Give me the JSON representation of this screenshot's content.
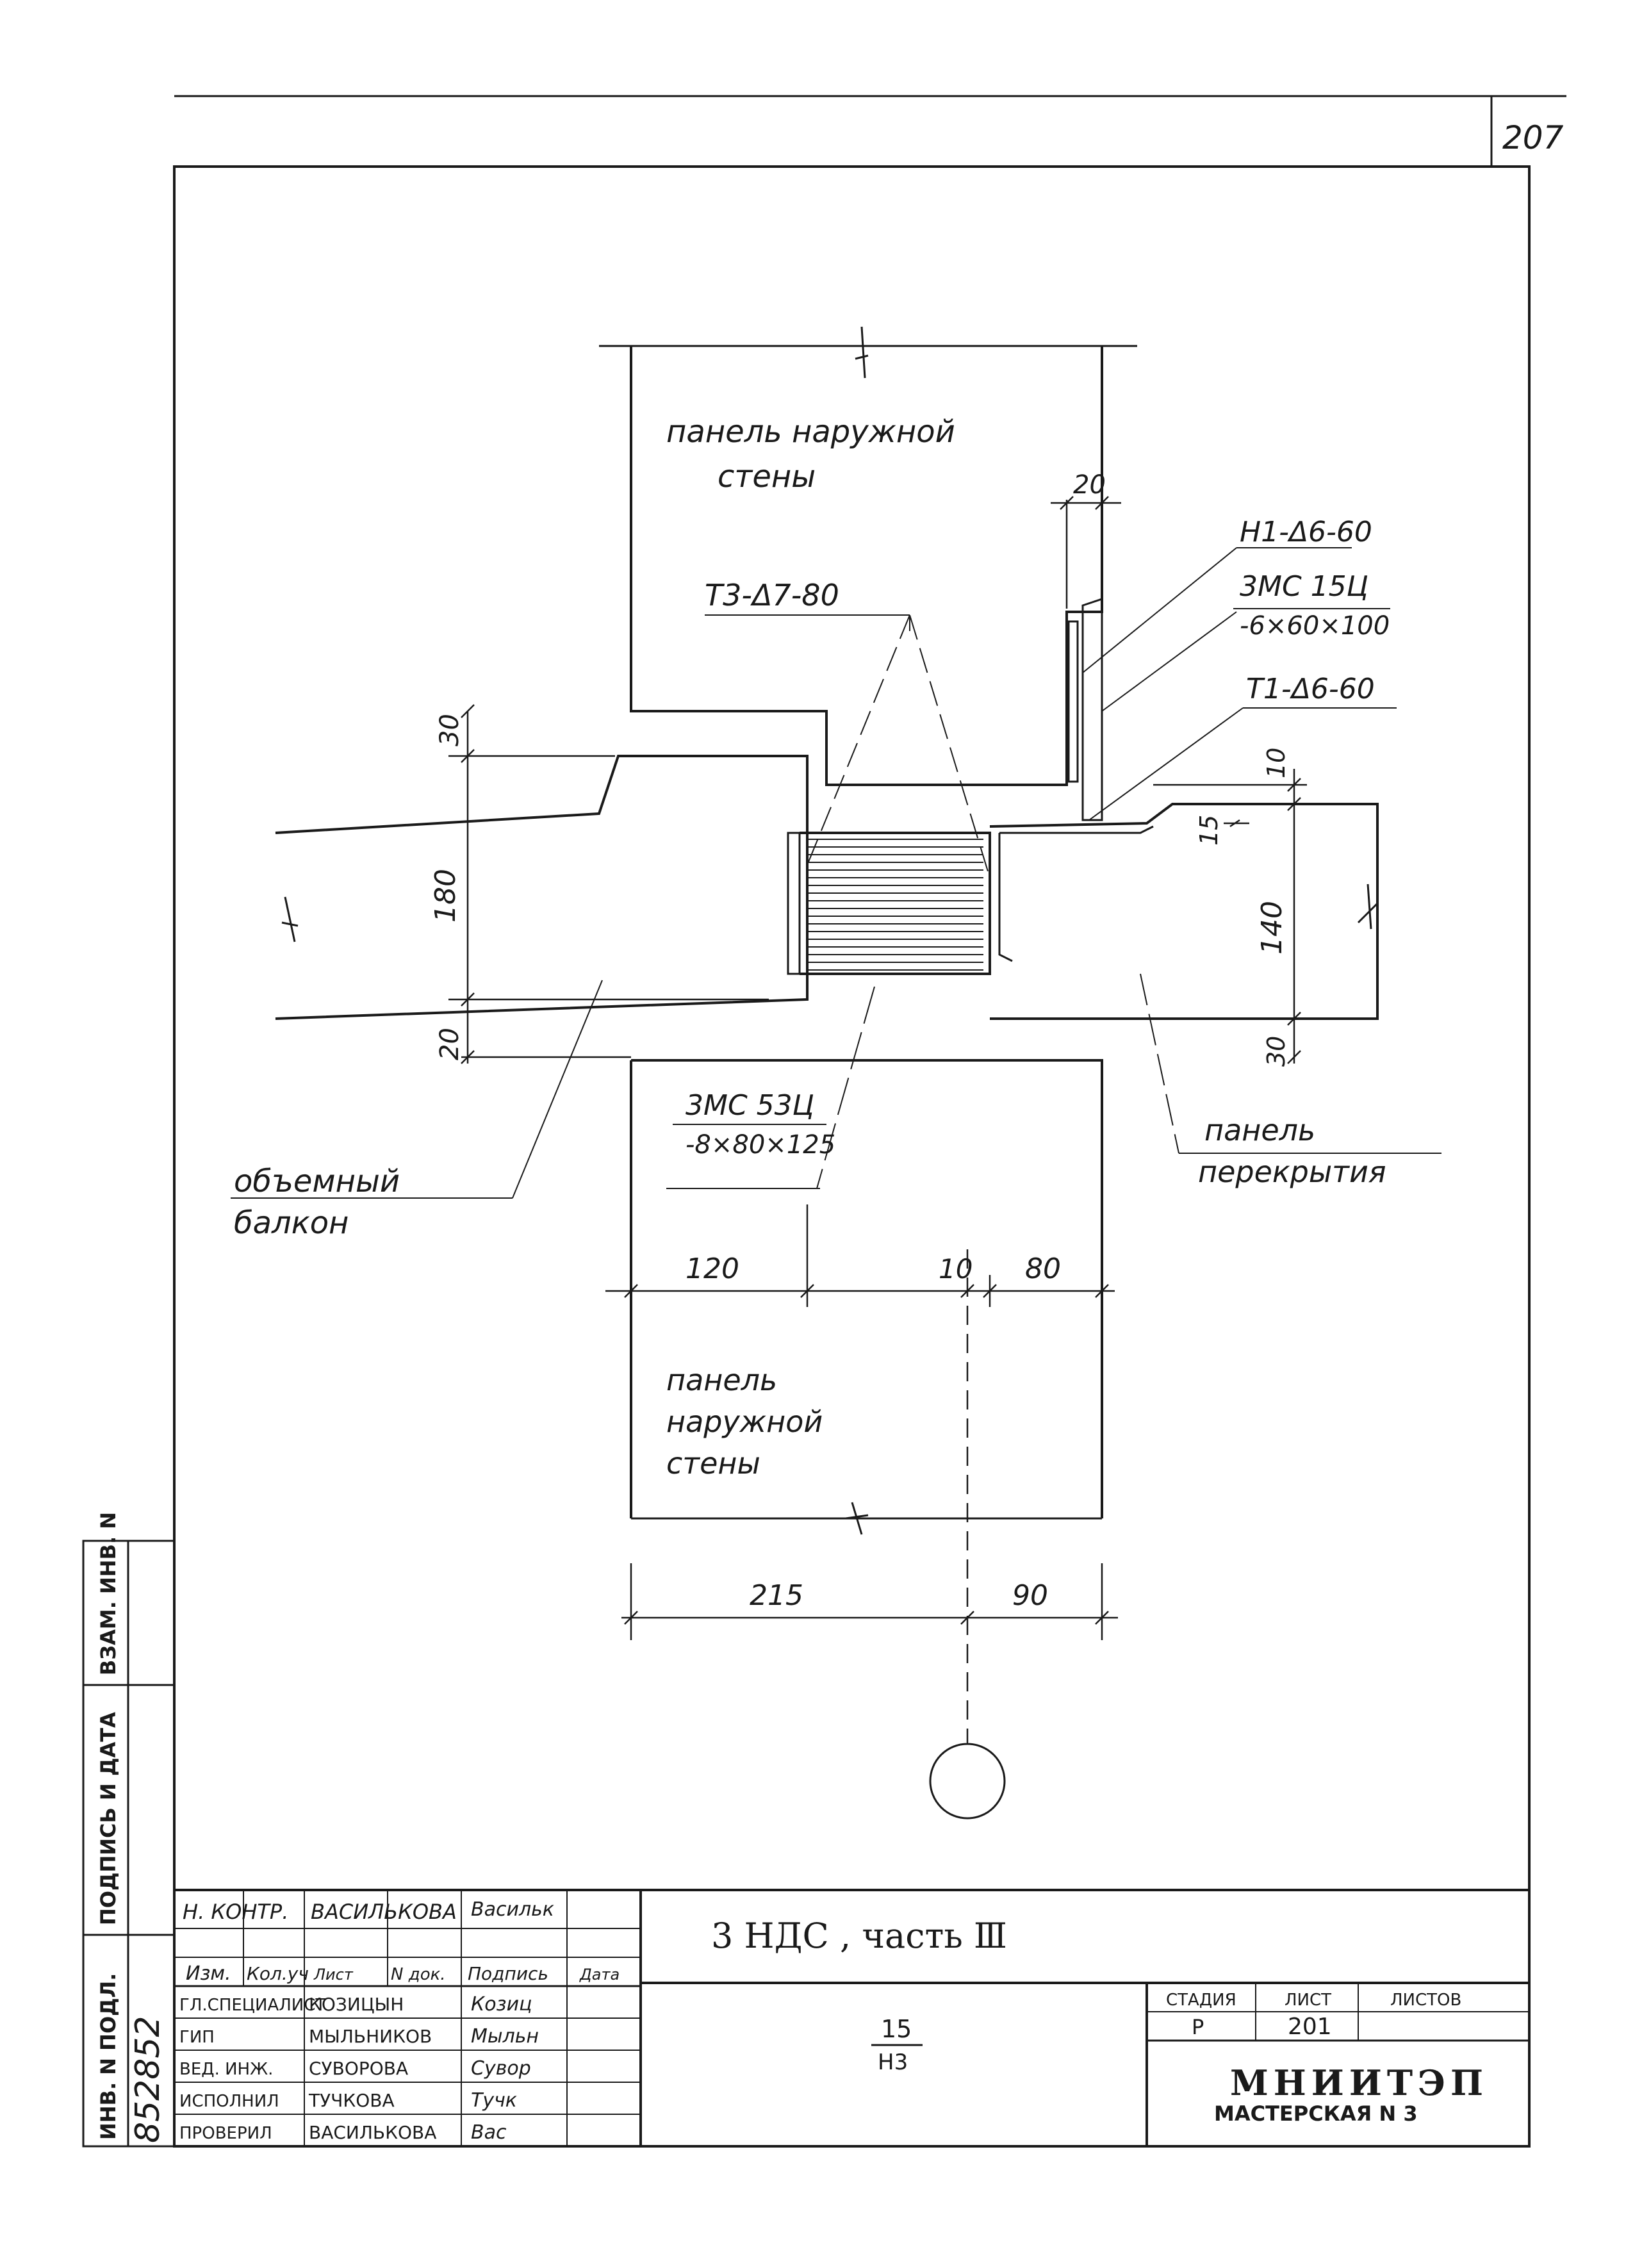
{
  "page_number": "207",
  "drawing": {
    "labels": {
      "outer_wall_panel_top_1": "панель наружной",
      "outer_wall_panel_top_2": "стены",
      "connector_t3": "Т3-Δ7-80",
      "connector_h1": "Н1-Δ6-60",
      "embedded_3mc154": "3МС 15Ц",
      "embedded_3mc154_size": "-6×60×100",
      "connector_t1": "Т1-Δ6-60",
      "embedded_3mc53": "3МС 53Ц",
      "embedded_3mc53_size": "-8×80×125",
      "volumetric_balcony_1": "объемный",
      "volumetric_balcony_2": "балкон",
      "floor_panel_1": "панель",
      "floor_panel_2": "перекрытия",
      "outer_wall_panel_bottom_1": "панель",
      "outer_wall_panel_bottom_2": "наружной",
      "outer_wall_panel_bottom_3": "стены"
    },
    "dimensions": {
      "d20_top": "20",
      "d30_left": "30",
      "d180": "180",
      "d20_left": "20",
      "d10_right": "10",
      "d15": "15",
      "d140": "140",
      "d30_right": "30",
      "d120": "120",
      "d10_mid": "10",
      "d80": "80",
      "d215": "215",
      "d90": "90"
    }
  },
  "side_stamp": {
    "col1": "ИНВ. N ПОДЛ.",
    "col2": "ПОДПИСЬ И ДАТА",
    "col3": "ВЗАМ. ИНВ. N",
    "inventory_number": "852852"
  },
  "title_block": {
    "title": "3 НДС , часть Ⅲ",
    "sheet_code_top": "15",
    "sheet_code_bottom": "Н3",
    "header": {
      "izm": "Изм.",
      "kol_uch": "Кол.уч",
      "list": "Лист",
      "n_dok": "N док.",
      "podpis": "Подпись",
      "data": "Дата"
    },
    "norm_control": {
      "role": "Н. КОНТР.",
      "name": "ВАСИЛЬКОВА",
      "signature": "Васильк"
    },
    "staff": [
      {
        "role": "ГЛ.СПЕЦИАЛИСТ",
        "name": "КОЗИЦЫН",
        "signature": "Козиц"
      },
      {
        "role": "ГИП",
        "name": "МЫЛЬНИКОВ",
        "signature": "Мыльн"
      },
      {
        "role": "ВЕД. ИНЖ.",
        "name": "СУВОРОВА",
        "signature": "Сувор"
      },
      {
        "role": "ИСПОЛНИЛ",
        "name": "ТУЧКОВА",
        "signature": "Тучк"
      },
      {
        "role": "ПРОВЕРИЛ",
        "name": "ВАСИЛЬКОВА",
        "signature": "Вас"
      }
    ],
    "stage_header": "СТАДИЯ",
    "sheet_header": "ЛИСТ",
    "sheets_header": "ЛИСТОВ",
    "stage": "Р",
    "sheet": "201",
    "sheets": "",
    "org_name": "МНИИТЭП",
    "org_unit": "МАСТЕРСКАЯ N 3"
  }
}
